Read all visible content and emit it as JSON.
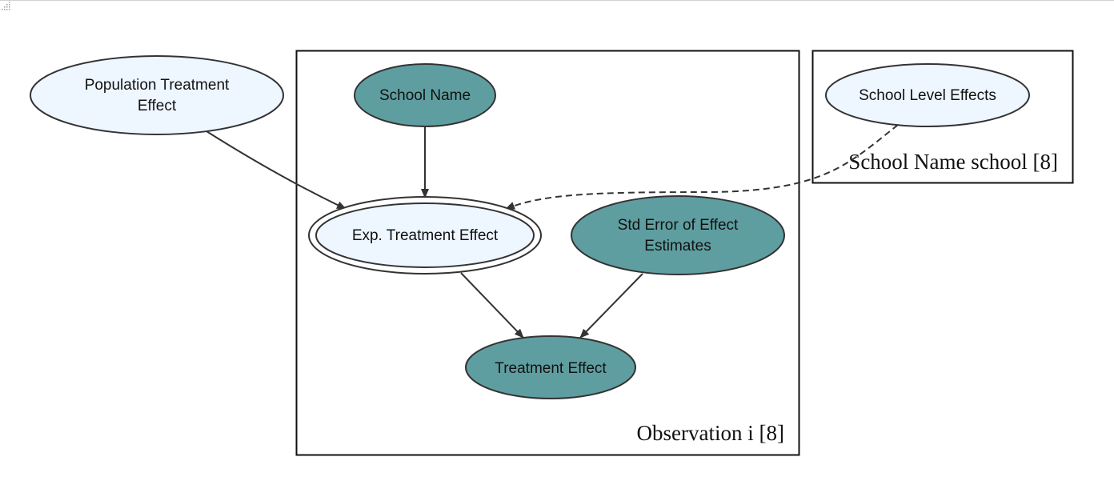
{
  "colors": {
    "observed_fill": "#5f9ea0",
    "latent_fill": "#eef6ff",
    "stroke": "#333333"
  },
  "plates": {
    "observation": "Observation i [8]",
    "school": "School Name school [8]"
  },
  "nodes": {
    "population_treatment_effect": {
      "line1": "Population Treatment",
      "line2": "Effect"
    },
    "school_name": "School Name",
    "school_level_effects": "School Level Effects",
    "exp_treatment_effect": "Exp. Treatment Effect",
    "std_error": {
      "line1": "Std Error of Effect",
      "line2": "Estimates"
    },
    "treatment_effect": "Treatment Effect"
  }
}
